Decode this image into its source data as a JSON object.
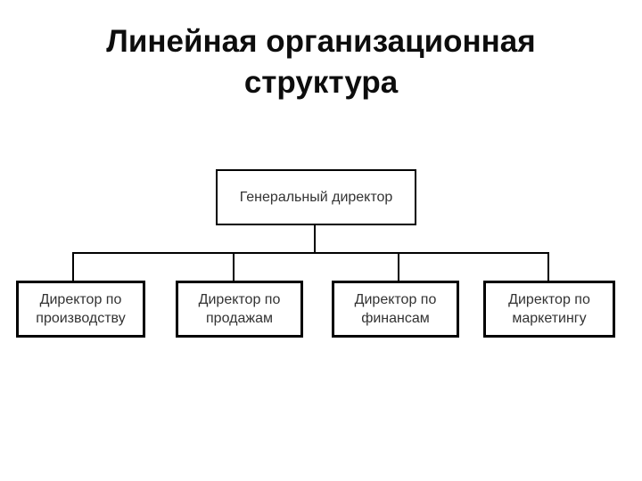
{
  "slide": {
    "title": "Линейная организационная структура"
  },
  "diagram": {
    "type": "org-chart",
    "root": {
      "label": "Генеральный директор"
    },
    "children": [
      {
        "label": "Директор по производству"
      },
      {
        "label": "Директор по продажам"
      },
      {
        "label": "Директор по финансам"
      },
      {
        "label": "Директор по маркетингу"
      }
    ],
    "colors": {
      "background": "#ffffff",
      "line": "#000000",
      "box_border": "#000000",
      "box_fill": "#ffffff",
      "box_text": "#333333",
      "title_text": "#0d0d0d"
    }
  }
}
